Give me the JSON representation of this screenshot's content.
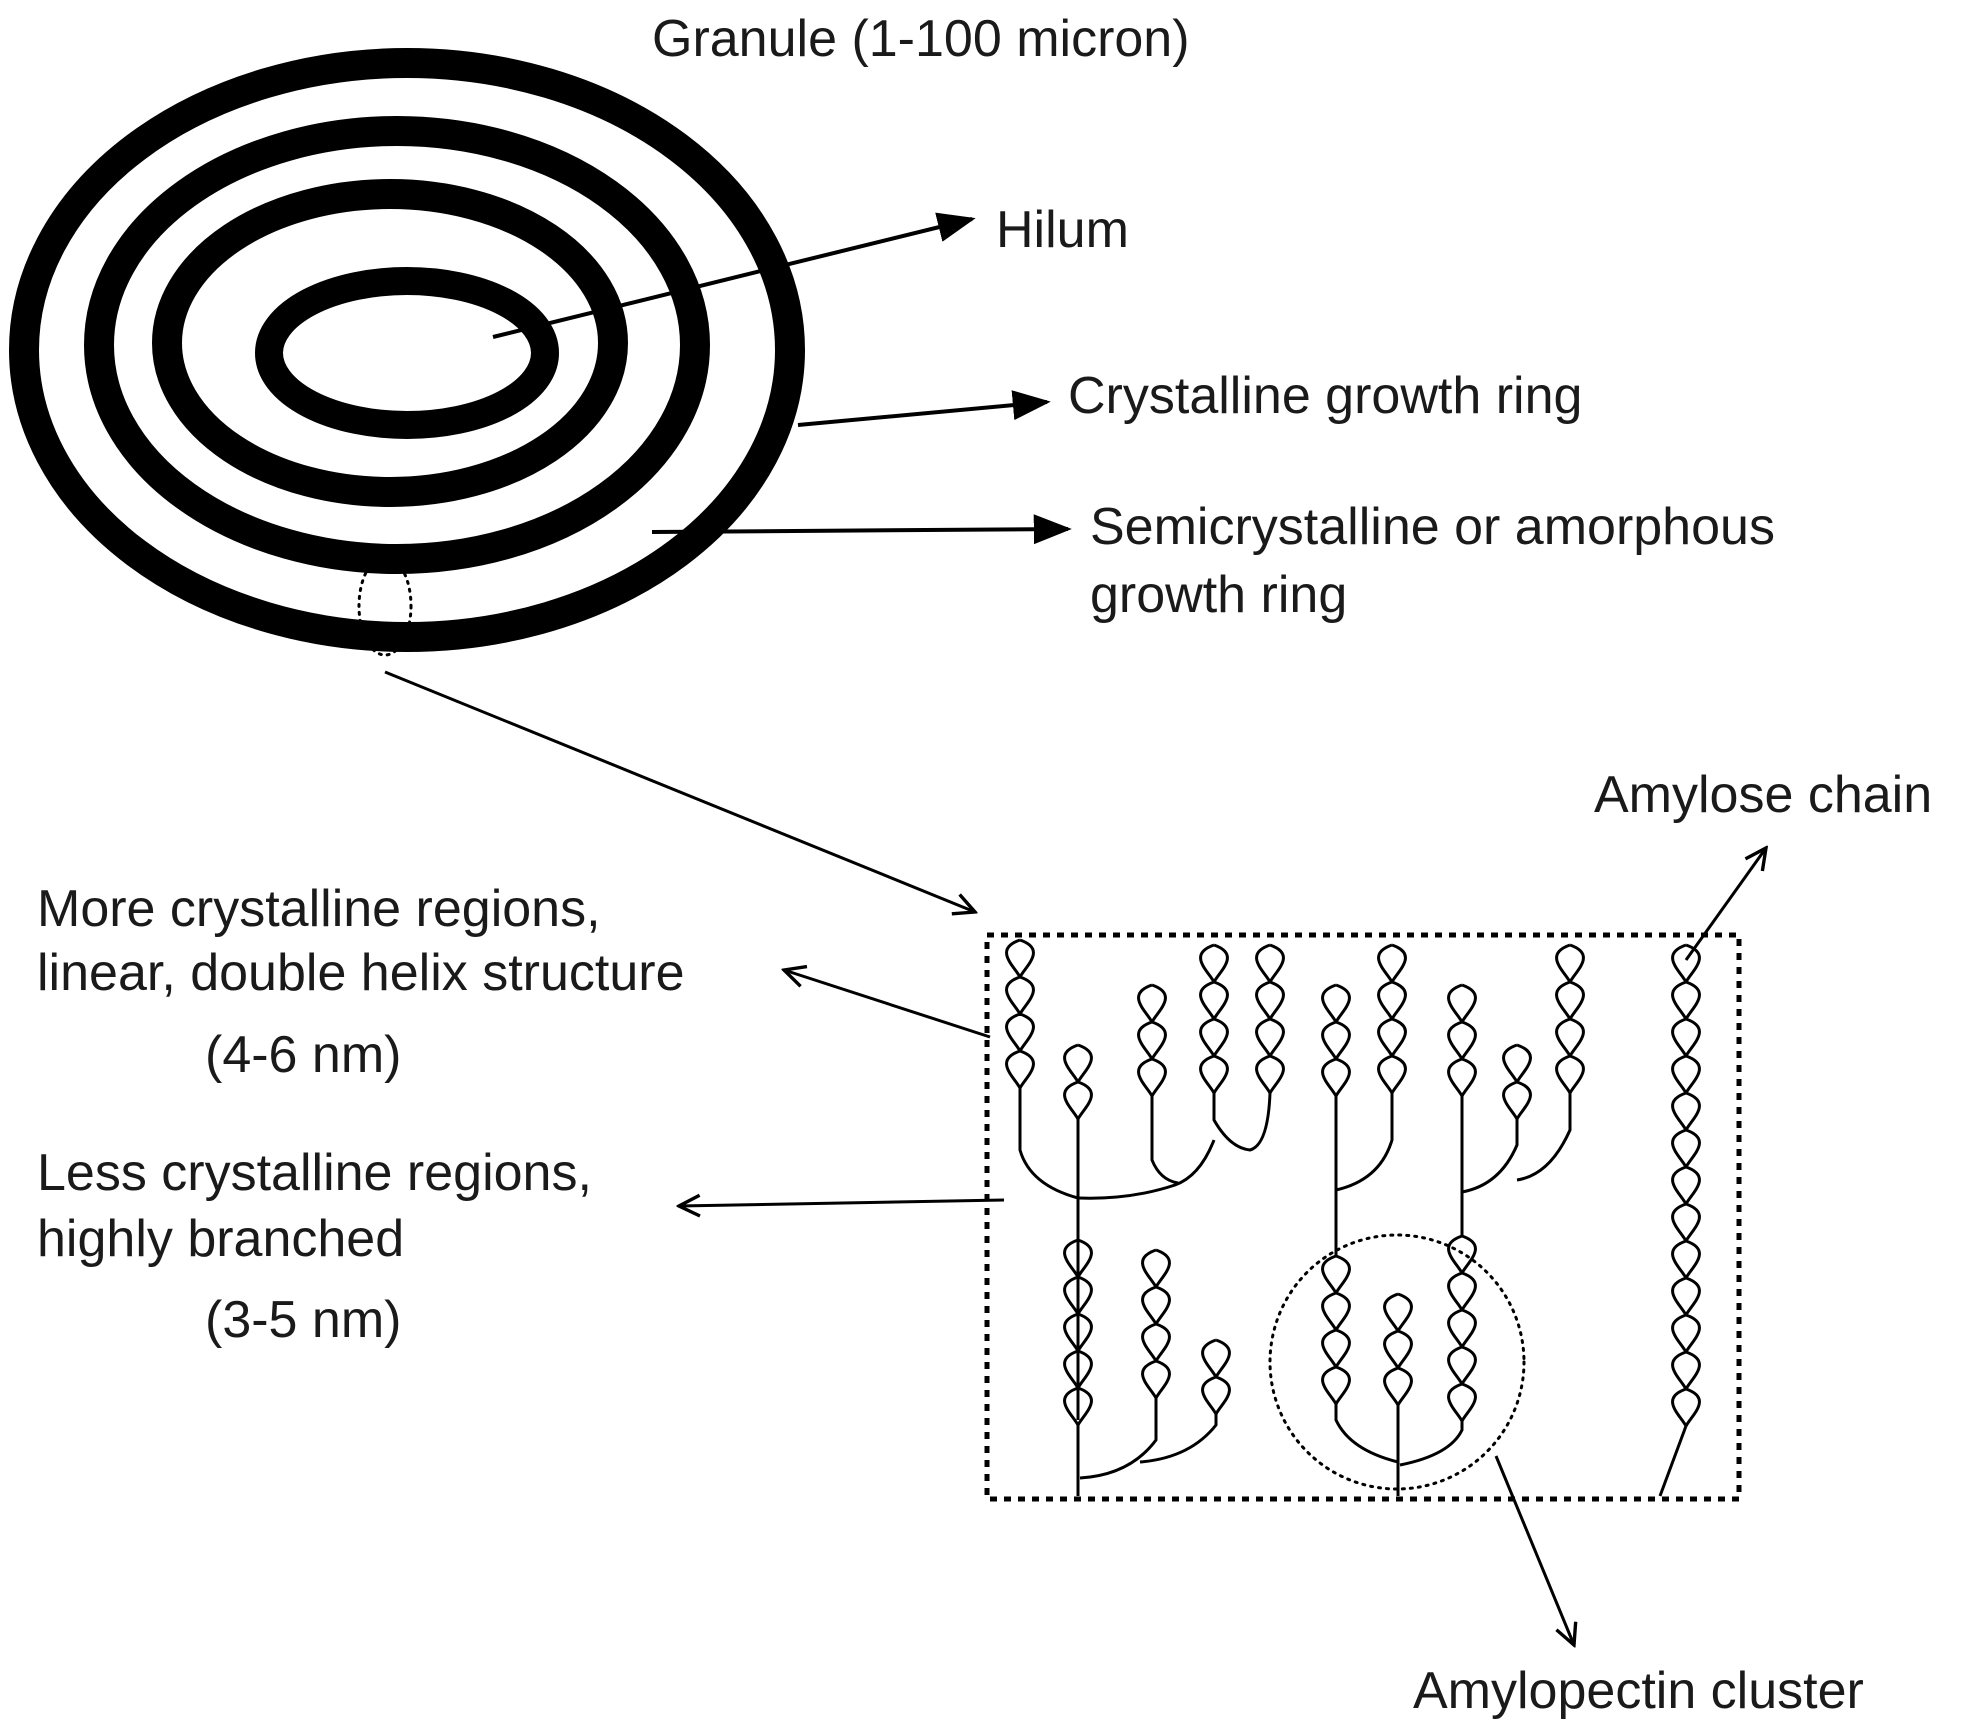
{
  "labels": {
    "granule": "Granule (1-100 micron)",
    "hilum": "Hilum",
    "crystalline_ring": "Crystalline growth ring",
    "semicrystalline_line1": "Semicrystalline or amorphous",
    "semicrystalline_line2": "growth ring",
    "more_crystalline_line1": "More crystalline regions,",
    "more_crystalline_line2": "linear, double helix structure",
    "more_crystalline_size": "(4-6 nm)",
    "less_crystalline_line1": "Less crystalline regions,",
    "less_crystalline_line2": "highly branched",
    "less_crystalline_size": "(3-5 nm)",
    "amylose_chain": "Amylose chain",
    "amylopectin_cluster": "Amylopectin cluster"
  },
  "colors": {
    "ink": "#000000",
    "text": "#1a1a1a",
    "background": "#ffffff"
  }
}
